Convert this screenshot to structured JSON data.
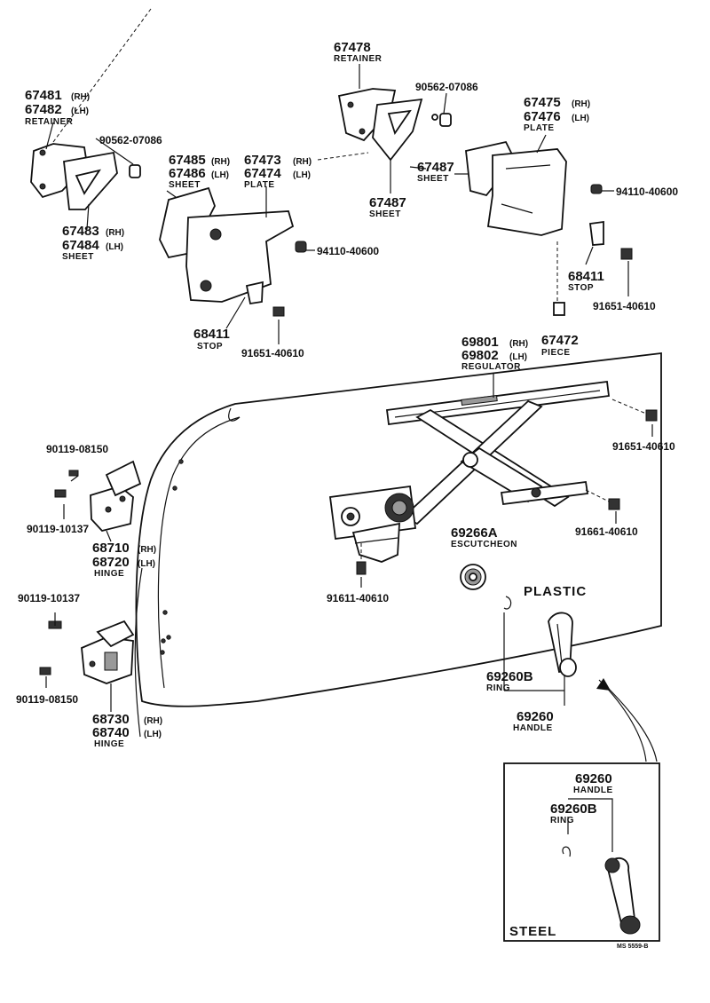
{
  "labels": {
    "retainer_lh_rh": {
      "rh": "67481",
      "rh_tag": "(RH)",
      "lh": "67482",
      "lh_tag": "(LH)",
      "name": "RETAINER"
    },
    "bolt_left": "90562-07086",
    "sheet_left": {
      "rh": "67483",
      "rh_tag": "(RH)",
      "lh": "67484",
      "lh_tag": "(LH)",
      "name": "SHEET"
    },
    "sheet_mid": {
      "rh": "67485",
      "rh_tag": "(RH)",
      "lh": "67486",
      "lh_tag": "(LH)",
      "name": "SHEET"
    },
    "plate_mid": {
      "rh": "67473",
      "rh_tag": "(RH)",
      "lh": "67474",
      "lh_tag": "(LH)",
      "name": "PLATE"
    },
    "nut_mid": "94110-40600",
    "stop_mid": {
      "num": "68411",
      "name": "STOP"
    },
    "screw_mid": "91651-40610",
    "retainer_top": {
      "num": "67478",
      "name": "RETAINER"
    },
    "bolt_top": "90562-07086",
    "sheet_top_left": {
      "num": "67487",
      "name": "SHEET"
    },
    "sheet_top_right": {
      "num": "67487",
      "name": "SHEET"
    },
    "plate_right": {
      "rh": "67475",
      "rh_tag": "(RH)",
      "lh": "67476",
      "lh_tag": "(LH)",
      "name": "PLATE"
    },
    "nut_right": "94110-40600",
    "stop_right": {
      "num": "68411",
      "name": "STOP"
    },
    "screw_right": "91651-40610",
    "piece": {
      "num": "67472",
      "name": "PIECE"
    },
    "regulator": {
      "rh": "69801",
      "rh_tag": "(RH)",
      "lh": "69802",
      "lh_tag": "(LH)",
      "name": "REGULATOR"
    },
    "screw_reg_top": "91651-40610",
    "screw_reg_mid": "91661-40610",
    "screw_reg_low": "91611-40610",
    "escutcheon": {
      "num": "69266A",
      "name": "ESCUTCHEON"
    },
    "plastic": "PLASTIC",
    "ring": {
      "num": "69260B",
      "name": "RING"
    },
    "handle": {
      "num": "69260",
      "name": "HANDLE"
    },
    "upper_hinge_bolt1": "90119-08150",
    "upper_hinge_bolt2": "90119-10137",
    "upper_hinge": {
      "rh": "68710",
      "rh_tag": "(RH)",
      "lh": "68720",
      "lh_tag": "(LH)",
      "name": "HINGE"
    },
    "lower_hinge_bolt1": "90119-10137",
    "lower_hinge_bolt2": "90119-08150",
    "lower_hinge": {
      "rh": "68730",
      "rh_tag": "(RH)",
      "lh": "68740",
      "lh_tag": "(LH)",
      "name": "HINGE"
    },
    "inset": {
      "handle_num": "69260",
      "handle_name": "HANDLE",
      "ring_num": "69260B",
      "ring_name": "RING",
      "material": "STEEL",
      "code": "MS 5559-B"
    }
  }
}
